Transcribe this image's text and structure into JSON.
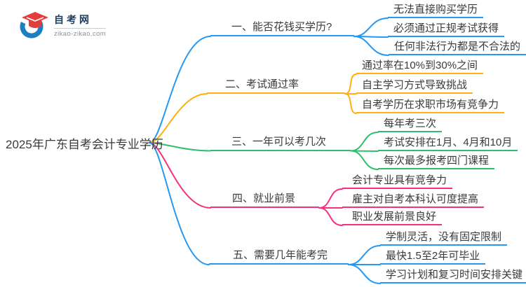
{
  "logo": {
    "title": "自考网",
    "domain": "zikao-zikao.com"
  },
  "root": {
    "label": "2025年广东自考会计专业学历"
  },
  "colors": {
    "blue": "#2598F3",
    "orange": "#FFAF10",
    "green": "#2FBE6C",
    "pink": "#F5317F",
    "text": "#3A3A3A",
    "logo_navy": "#1A3C5E",
    "logo_gray": "#8A9097",
    "logo_red": "#E33E3E",
    "logo_blue": "#1C7FC4"
  },
  "branches": [
    {
      "label": "一、能否花钱买学历?",
      "color": "blue",
      "children": [
        "无法直接购买学历",
        "必须通过正规考试获得",
        "任何非法行为都是不合法的"
      ]
    },
    {
      "label": "二、考试通过率",
      "color": "orange",
      "children": [
        "通过率在10%到30%之间",
        "自主学习方式导致挑战",
        "自考学历在求职市场有竞争力"
      ]
    },
    {
      "label": "三、一年可以考几次",
      "color": "green",
      "children": [
        "每年考三次",
        "考试安排在1月、4月和10月",
        "每次最多报考四门课程"
      ]
    },
    {
      "label": "四、就业前景",
      "color": "pink",
      "children": [
        "会计专业具有竞争力",
        "雇主对自考本科认可度提高",
        "职业发展前景良好"
      ]
    },
    {
      "label": "五、需要几年能考完",
      "color": "blue",
      "children": [
        "学制灵活，没有固定限制",
        "最快1.5至2年可毕业",
        "学习计划和复习时间安排关键"
      ]
    }
  ]
}
